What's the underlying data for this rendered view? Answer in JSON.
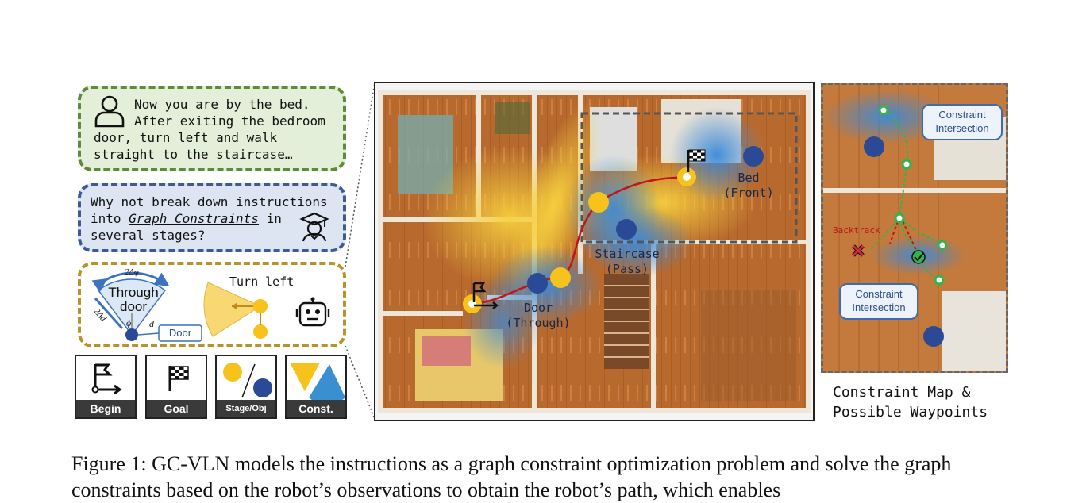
{
  "bubbles": {
    "instruction_line1": "Now you are by the bed.",
    "instruction_line2": "After exiting the bedroom",
    "instruction_line3": "door, turn left and walk",
    "instruction_line4": "straight to the staircase…",
    "question_line1": "Why not break down instructions",
    "question_pre": "into ",
    "question_term": "Graph Constraints",
    "question_post": " in",
    "question_line3": "several stages?"
  },
  "constraints_panel": {
    "angle_label": "2Δϕ",
    "through_label_line1": "Through",
    "through_label_line2": "door",
    "distance_label": "2Δd",
    "phi_label": "ϕ",
    "d_label": "d",
    "door_tag": "Door",
    "turn_left": "Turn left"
  },
  "legend": {
    "begin": "Begin",
    "goal": "Goal",
    "stage_obj": "Stage/Obj",
    "const": "Const."
  },
  "map_labels": {
    "bed": "Bed\n(Front)",
    "staircase": "Staircase\n(Pass)",
    "door": "Door\n(Through)"
  },
  "constraint_map": {
    "callout_top": "Constraint\nIntersection",
    "callout_bottom": "Constraint\nIntersection",
    "backtrack": "Backtrack",
    "title_line1": "Constraint Map &",
    "title_line2": "Possible Waypoints"
  },
  "caption": {
    "text": "Figure 1:   GC-VLN models the instructions as a graph constraint optimization problem and solve the graph constraints based on the robot’s observations to obtain the robot’s path, which enables"
  },
  "colors": {
    "stage_yellow": "#f7c21b",
    "object_blue": "#2a4a95",
    "path_red": "#c0151b",
    "waypoint_green": "#2fb54a",
    "floor_wood": "#b86a2e"
  }
}
